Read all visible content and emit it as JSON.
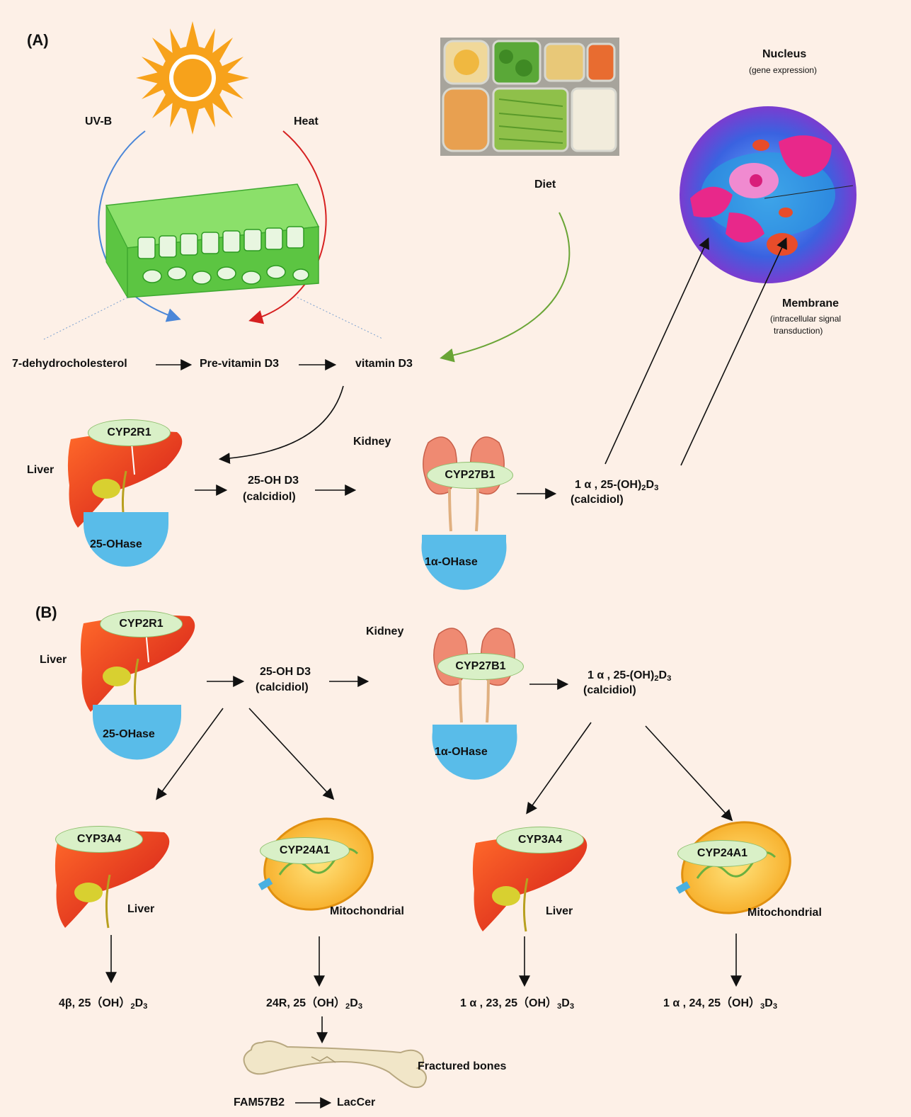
{
  "panel_a": {
    "label": "(A)",
    "uvb": "UV-B",
    "heat": "Heat",
    "diet": "Diet",
    "nucleus": "Nucleus",
    "nucleus_sub": "(gene expression)",
    "membrane": "Membrane",
    "membrane_sub1": "(intracellular signal",
    "membrane_sub2": "transduction)",
    "dehydro": "7-dehydrocholesterol",
    "previt": "Pre-vitamin D3",
    "vitd3": "vitamin D3",
    "liver": "Liver",
    "kidney": "Kidney",
    "cyp2r1": "CYP2R1",
    "oh25ase": "25-OHase",
    "oh25d3": "25-OH D3",
    "calcidiol": "(calcidiol)",
    "cyp27b1": "CYP27B1",
    "oh1aase": "1α-OHase",
    "dihydroxy_pre": "1 α , 25-(OH)",
    "dihydroxy_sub": "2",
    "dihydroxy_mid": "D",
    "dihydroxy_sub2": "3",
    "calcidiol2": "(calcidiol)"
  },
  "panel_b": {
    "label": "(B)",
    "liver": "Liver",
    "kidney": "Kidney",
    "cyp2r1": "CYP2R1",
    "oh25ase": "25-OHase",
    "oh25d3": "25-OH D3",
    "calcidiol": "(calcidiol)",
    "cyp27b1": "CYP27B1",
    "oh1aase": "1α-OHase",
    "dihydroxy_pre": "1 α , 25-(OH)",
    "dihydroxy_sub": "2",
    "dihydroxy_mid": "D",
    "dihydroxy_sub2": "3",
    "calcidiol2": "(calcidiol)",
    "cyp3a4_1": "CYP3A4",
    "liver_label_1": "Liver",
    "cyp24a1_1": "CYP24A1",
    "mito_label_1": "Mitochondrial",
    "cyp3a4_2": "CYP3A4",
    "liver_label_2": "Liver",
    "cyp24a1_2": "CYP24A1",
    "mito_label_2": "Mitochondrial",
    "prod1_a": "4β, 25（OH）",
    "prod1_s": "2",
    "prod1_b": "D",
    "prod1_s2": "3",
    "prod2_a": "24R, 25（OH）",
    "prod2_s": "2",
    "prod2_b": "D",
    "prod2_s2": "3",
    "prod3_a": "1 α , 23, 25（OH）",
    "prod3_s": "3",
    "prod3_b": "D",
    "prod3_s2": "3",
    "prod4_a": "1 α , 24, 25（OH）",
    "prod4_s": "3",
    "prod4_b": "D",
    "prod4_s2": "3",
    "fractured": "Fractured bones",
    "fam": "FAM57B2",
    "lacer": "LacCer"
  }
}
